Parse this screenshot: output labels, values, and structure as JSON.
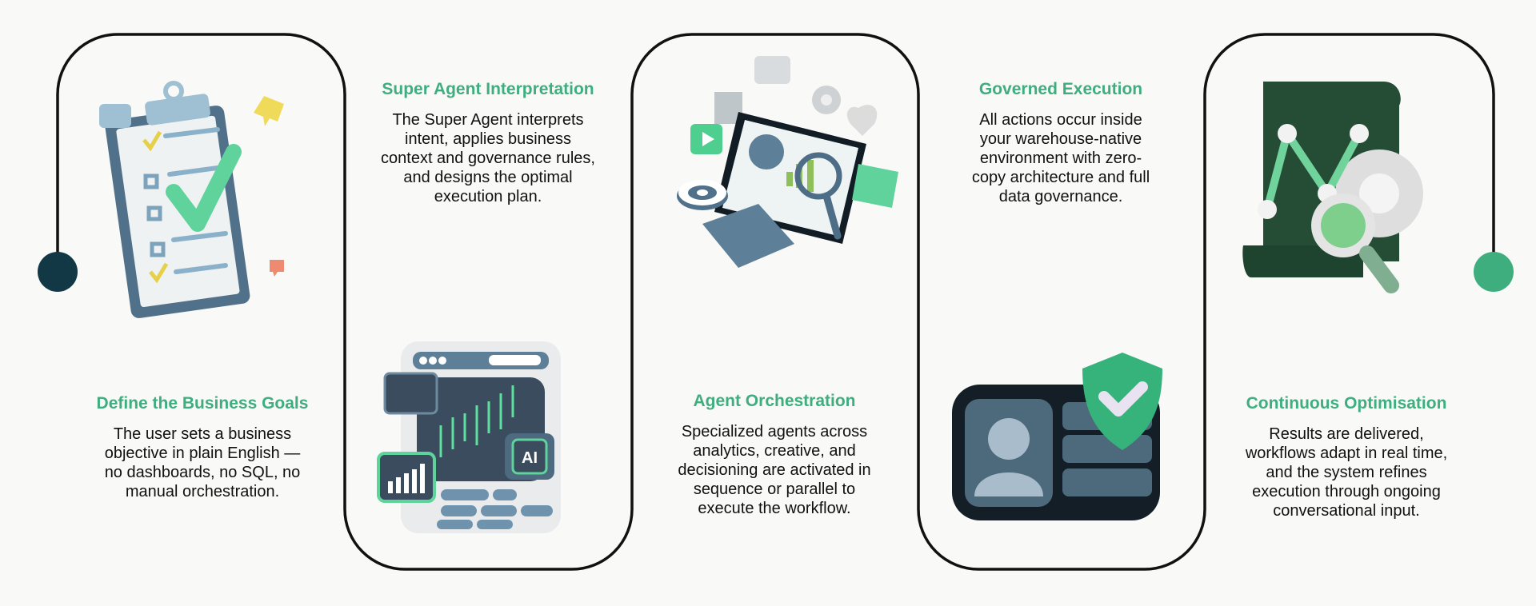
{
  "colors": {
    "accent": "#3fae7f",
    "line": "#111111",
    "start_dot": "#123846",
    "end_dot": "#3fae7f"
  },
  "steps": [
    {
      "title": "Define the Business Goals",
      "lines": [
        "The user sets a business",
        "objective in plain English —",
        "no dashboards, no SQL, no",
        "manual orchestration."
      ],
      "icon": "clipboard-checklist-icon"
    },
    {
      "title": "Super Agent Interpretation",
      "lines": [
        "The Super Agent interprets",
        "intent, applies business",
        "context and governance rules,",
        "and designs the optimal",
        "execution plan."
      ],
      "icon": "ai-dashboard-icon"
    },
    {
      "title": "Agent Orchestration",
      "lines": [
        "Specialized agents across",
        "analytics, creative, and",
        "decisioning are activated in",
        "sequence or parallel to",
        "execute the workflow."
      ],
      "icon": "marketing-analytics-icon"
    },
    {
      "title": "Governed Execution",
      "lines": [
        "All actions occur inside",
        "your warehouse-native",
        "environment with zero-",
        "copy architecture and full",
        "data governance."
      ],
      "icon": "secure-identity-icon"
    },
    {
      "title": "Continuous Optimisation",
      "lines": [
        "Results are delivered,",
        "workflows adapt in real time,",
        "and the system refines",
        "execution through ongoing",
        "conversational input."
      ],
      "icon": "optimisation-chart-icon"
    }
  ],
  "illustration_labels": {
    "ai_chip": "AI"
  }
}
